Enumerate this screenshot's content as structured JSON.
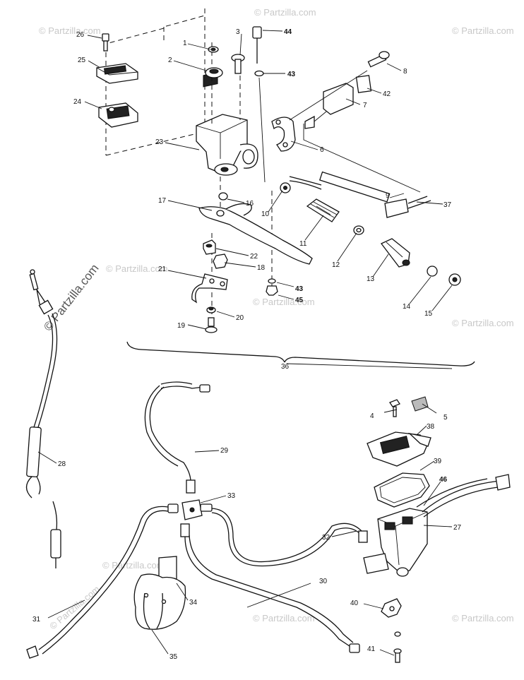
{
  "watermark": {
    "text": "© Partzilla.com",
    "small_text": "© Partzilla.com",
    "color": "#c8c8c8"
  },
  "callouts": {
    "c1": "1",
    "c2": "2",
    "c3": "3",
    "c4": "4",
    "c5": "5",
    "c6": "6",
    "c7": "7",
    "c8": "8",
    "c9": "9",
    "c10": "10",
    "c11": "11",
    "c12": "12",
    "c13": "13",
    "c14": "14",
    "c15": "15",
    "c16": "16",
    "c17": "17",
    "c18": "18",
    "c19": "19",
    "c20": "20",
    "c21": "21",
    "c22": "22",
    "c23": "23",
    "c24": "24",
    "c25": "25",
    "c26": "26",
    "c27": "27",
    "c28": "28",
    "c29": "29",
    "c30": "30",
    "c31": "31",
    "c32": "32",
    "c33": "33",
    "c34": "34",
    "c35": "35",
    "c36": "36",
    "c37": "37",
    "c38": "38",
    "c39": "39",
    "c40": "40",
    "c41": "41",
    "c42": "42",
    "c43a": "43",
    "c43b": "43",
    "c44": "44",
    "c45": "45",
    "c46": "46"
  }
}
